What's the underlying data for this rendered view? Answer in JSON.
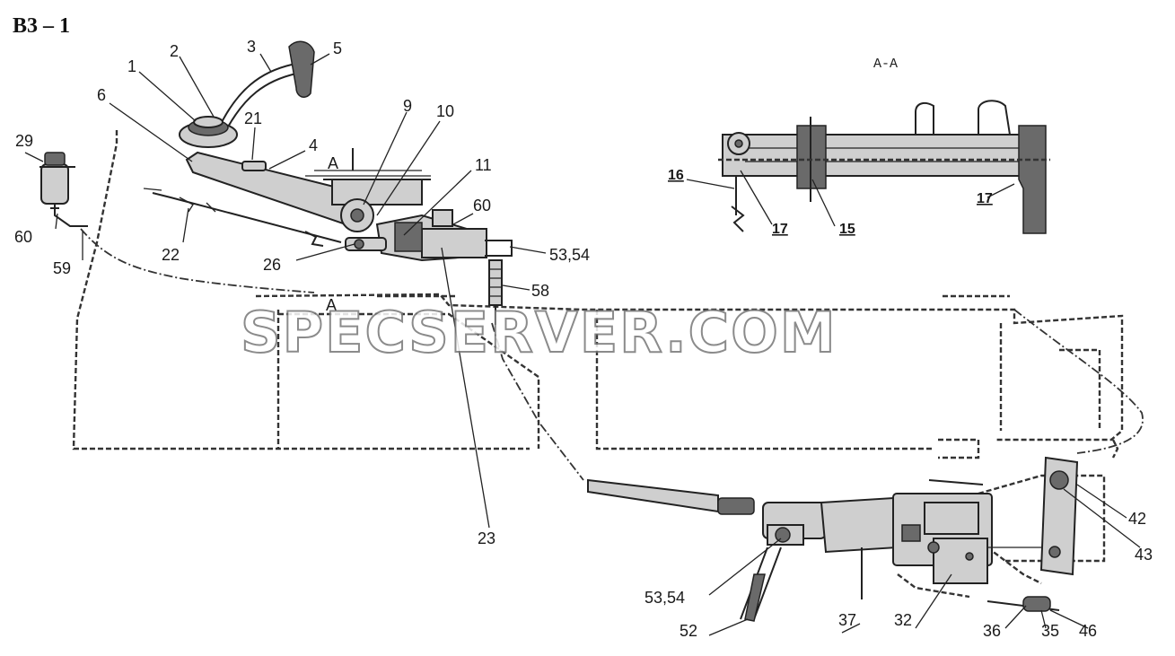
{
  "figure": {
    "title": "B3 – 1",
    "section_label": "A-A",
    "section_marks": [
      "A",
      "A"
    ],
    "watermark": "SPECSERVER.COM"
  },
  "callouts": [
    "1",
    "2",
    "3",
    "5",
    "6",
    "21",
    "4",
    "9",
    "10",
    "11",
    "60",
    "29",
    "22",
    "26",
    "53,54",
    "58",
    "60",
    "59",
    "23",
    "42",
    "43",
    "53,54",
    "52",
    "37",
    "32",
    "36",
    "35",
    "46"
  ],
  "section_callouts": [
    "16",
    "17",
    "15",
    "17"
  ]
}
